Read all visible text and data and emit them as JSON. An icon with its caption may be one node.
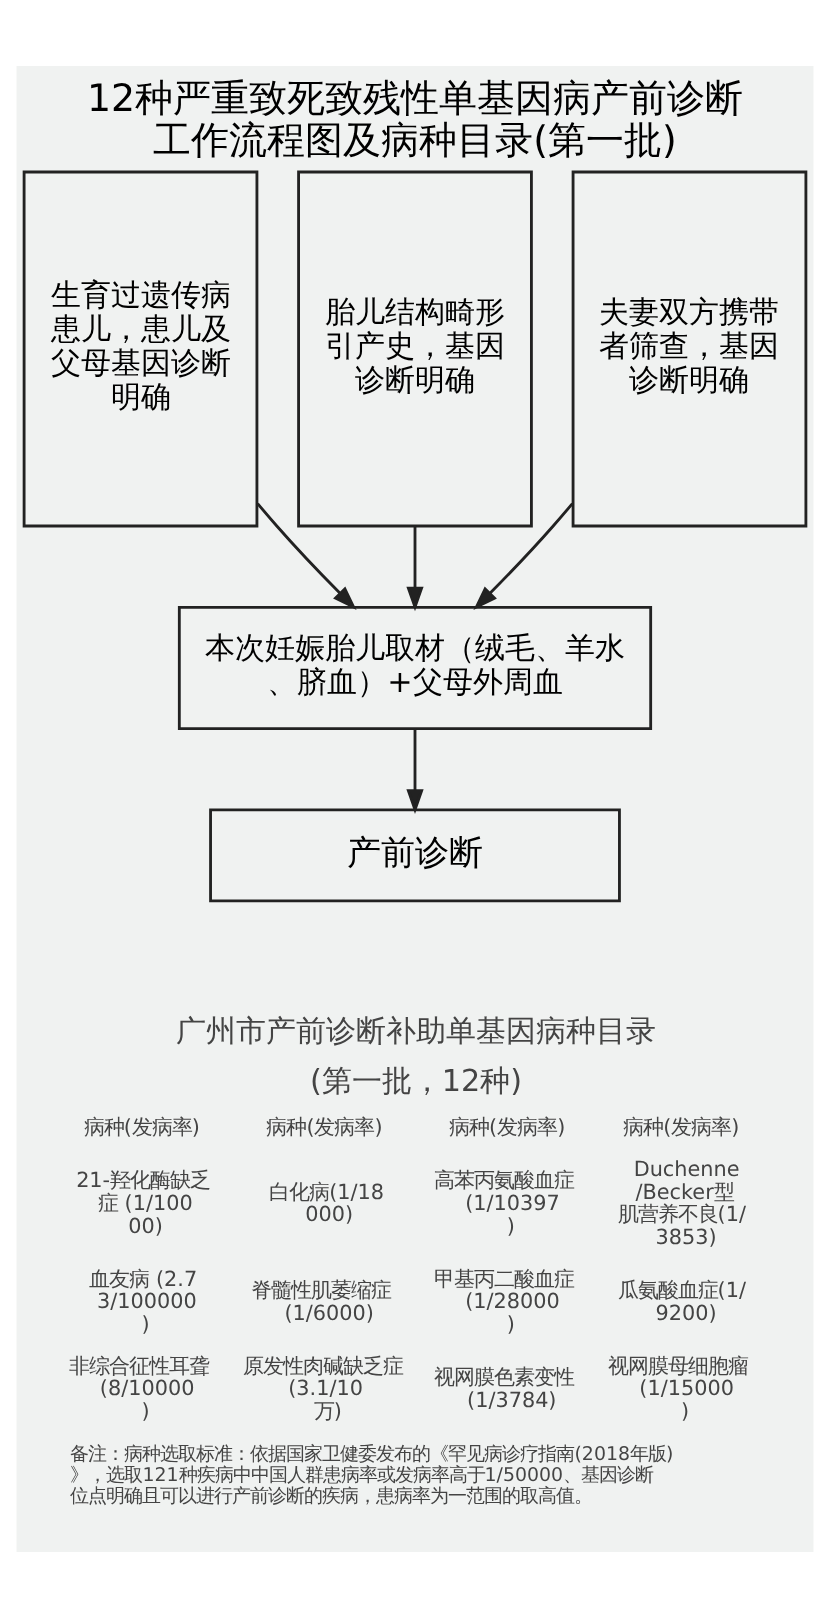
{
  "diagram": {
    "title": "12种严重致死致残性单基因病产前诊断工作流程图及病种目录(第一批)",
    "nodes": [
      {
        "text": [
          "生育过遗传病患儿，患儿及父母基因诊断明确"
        ]
      },
      {
        "text": [
          "胎儿结构畸形引产史，基因诊断明确"
        ]
      },
      {
        "text": [
          "夫妻双方携带者筛查，基因诊断明确"
        ]
      },
      {
        "text": [
          "本次妊娠胎儿取材（绒毛、羊水、脐血）+父母外周血"
        ]
      },
      {
        "text": [
          "产前诊断"
        ]
      }
    ],
    "edges": [
      {
        "from": 0,
        "to": 3,
        "arrow": "to"
      },
      {
        "from": 1,
        "to": 3,
        "arrow": "to"
      },
      {
        "from": 2,
        "to": 3,
        "arrow": "to"
      },
      {
        "from": 3,
        "to": 4,
        "arrow": "to"
      }
    ],
    "labels": [
      "广州市产前诊断补助单基因病种目录",
      "(第一批，12种)",
      "病种(发病率)",
      "病种(发病率)",
      "病种(发病率)",
      "病种(发病率)",
      "21-羟化酶缺乏症 (1/10000)",
      "白化病(1/18000)",
      "高苯丙氨酸血症 (1/10397)",
      "Duchenne/Becker型肌营养不良(1/3853)",
      "血友病 (2.73/100000)",
      "脊髓性肌萎缩症 (1/6000)",
      "甲基丙二酸血症 (1/28000)",
      "瓜氨酸血症(1/9200)",
      "非综合征性耳聋 (8/10000)",
      "原发性肉碱缺乏症 (3.1/10万)",
      "视网膜色素变性 (1/3784)",
      "视网膜母细胞瘤 (1/15000)",
      "备注：病种选取标准：依据国家卫健委发布的《罕见病诊疗指南(2018年版)》，选取121种疾病中中国人群患病率或发病率高于1/50000、基因诊断位点明确且可以进行产前诊断的疾病，患病率为一范围的取高值。"
    ]
  }
}
